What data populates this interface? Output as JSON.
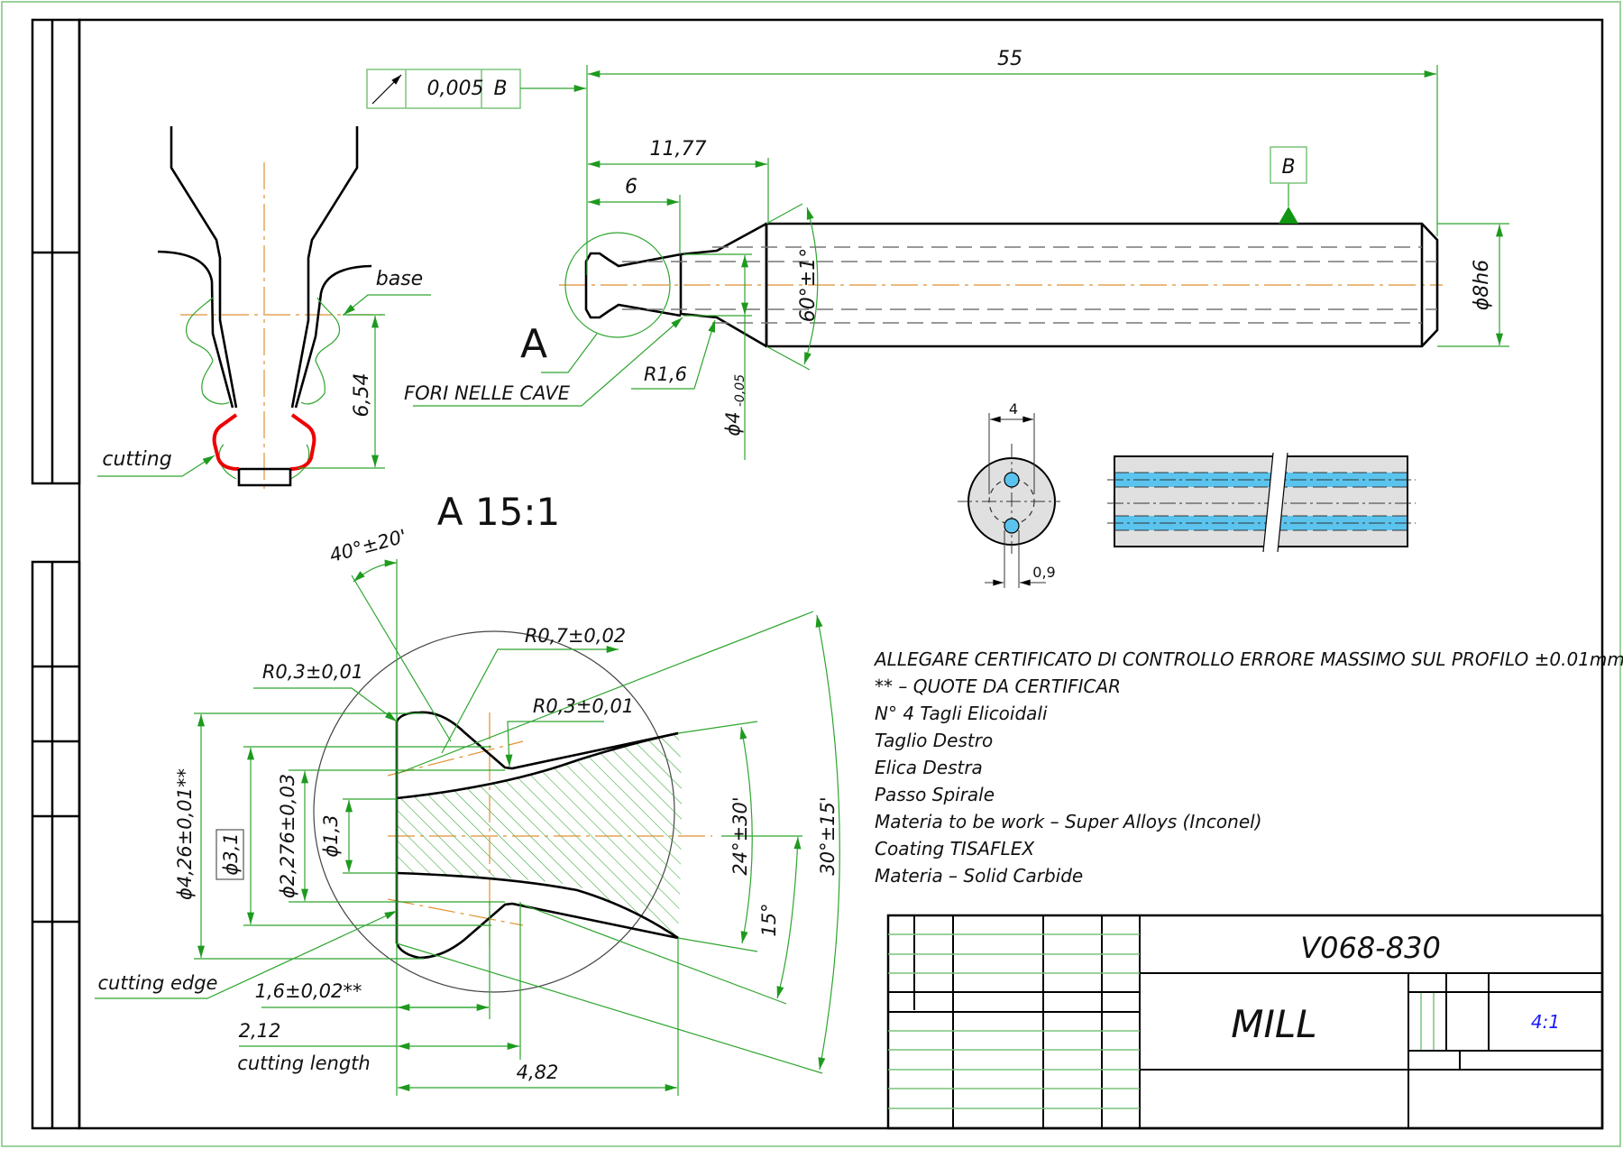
{
  "drawing": {
    "number": "V068-830",
    "title": "MILL",
    "scale": "4:1",
    "detail_label": "A",
    "detail_scale_label": "A 15:1"
  },
  "colors": {
    "dimension": "#2ea52e",
    "outline": "#000000",
    "centerline": "#e09030",
    "cutting_edge": "#e00000",
    "coolant": "#5bc4ee",
    "scale_text": "#1a1aff"
  },
  "main_view": {
    "tolerance_frame": {
      "symbol": "circular-runout-icon",
      "value": "0,005",
      "datum": "B"
    },
    "datum_label": "B",
    "dims": {
      "overall_length": "55",
      "length_1": "11,77",
      "length_2": "6",
      "shank_diameter": "ϕ8h6",
      "neck_diameter": "ϕ4",
      "neck_tolerance": "-0,05",
      "chamfer_angle": "60°±1°",
      "radius": "R1,6"
    },
    "callouts": {
      "fori": "FORI NELLE CAVE"
    }
  },
  "profile_view": {
    "labels": {
      "base": "base",
      "cutting": "cutting"
    },
    "dims": {
      "height": "6,54"
    }
  },
  "coolant_view": {
    "dims": {
      "hole_spacing": "4",
      "hole_diameter": "0,9"
    }
  },
  "detail_view": {
    "dims": {
      "angle_40": "40°±20'",
      "r07": "R0,7±0,02",
      "r03_a": "R0,3±0,01",
      "r03_b": "R0,3±0,01",
      "dia_426": "ϕ4,26±0,01**",
      "dia_31": "ϕ3,1",
      "dia_2276": "ϕ2,276±0,03",
      "dia_13": "ϕ1,3",
      "angle_24": "24°±30'",
      "angle_15": "15°",
      "angle_30": "30°±15'",
      "len_16": "1,6±0,02**",
      "len_212": "2,12",
      "len_482": "4,82"
    },
    "labels": {
      "cutting_edge": "cutting edge",
      "cutting_length": "cutting length"
    }
  },
  "notes": [
    "ALLEGARE CERTIFICATO DI CONTROLLO ERRORE MASSIMO SUL PROFILO ±0.01mm",
    "** – QUOTE DA CERTIFICAR",
    "N° 4 Tagli Elicoidali",
    "Taglio Destro",
    "Elica Destra",
    "Passo Spirale",
    "Materia to be work – Super Alloys (Inconel)",
    "Coating TISAFLEX",
    "Materia – Solid Carbide"
  ]
}
